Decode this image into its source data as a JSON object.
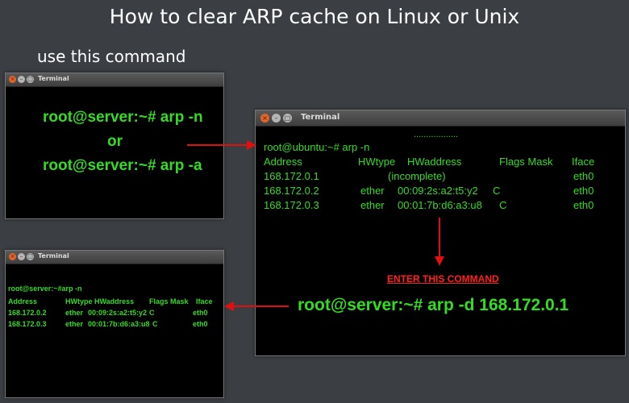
{
  "header": {
    "title": "How to clear ARP cache on Linux or Unix",
    "subtitle": "use this command"
  },
  "terminal_topleft": {
    "window_title": "Terminal",
    "line1": "root@server:~# arp -n",
    "line2": "or",
    "line3": "root@server:~# arp -a"
  },
  "terminal_right": {
    "window_title": "Terminal",
    "dots": "..................",
    "prompt": "root@ubuntu:~# arp -n",
    "columns": [
      "Address",
      "HWtype",
      "HWaddress",
      "Flags Mask",
      "Iface"
    ],
    "rows": [
      {
        "address": "168.172.0.1",
        "hwtype": "",
        "hwaddress": "(incomplete)",
        "flags": "",
        "iface": "eth0"
      },
      {
        "address": "168.172.0.2",
        "hwtype": "ether",
        "hwaddress": "00:09:2s:a2:t5:y2",
        "flags": "C",
        "iface": "eth0"
      },
      {
        "address": "168.172.0.3",
        "hwtype": "ether",
        "hwaddress": "00:01:7b:d6:a3:u8",
        "flags": "C",
        "iface": "eth0"
      }
    ],
    "enter_label": "ENTER THIS COMMAND",
    "command": "root@server:~# arp -d 168.172.0.1"
  },
  "terminal_bottomleft": {
    "window_title": "Terminal",
    "prompt": "root@server:~#arp -n",
    "columns": [
      "Address",
      "HWtype",
      "HWaddress",
      "Flags Mask",
      "Iface"
    ],
    "rows": [
      {
        "address": "168.172.0.2",
        "hwtype": "ether",
        "hwaddress": "00:09:2s:a2:t5:y2",
        "flags": "C",
        "iface": "eth0"
      },
      {
        "address": "168.172.0.3",
        "hwtype": "ether",
        "hwaddress": "00:01:7b:d6:a3:u8",
        "flags": "C",
        "iface": "eth0"
      }
    ]
  },
  "colors": {
    "terminal_text": "#33dd22",
    "arrow": "#e01010",
    "enter_label": "#ff2020",
    "background": "#3b3f43"
  }
}
